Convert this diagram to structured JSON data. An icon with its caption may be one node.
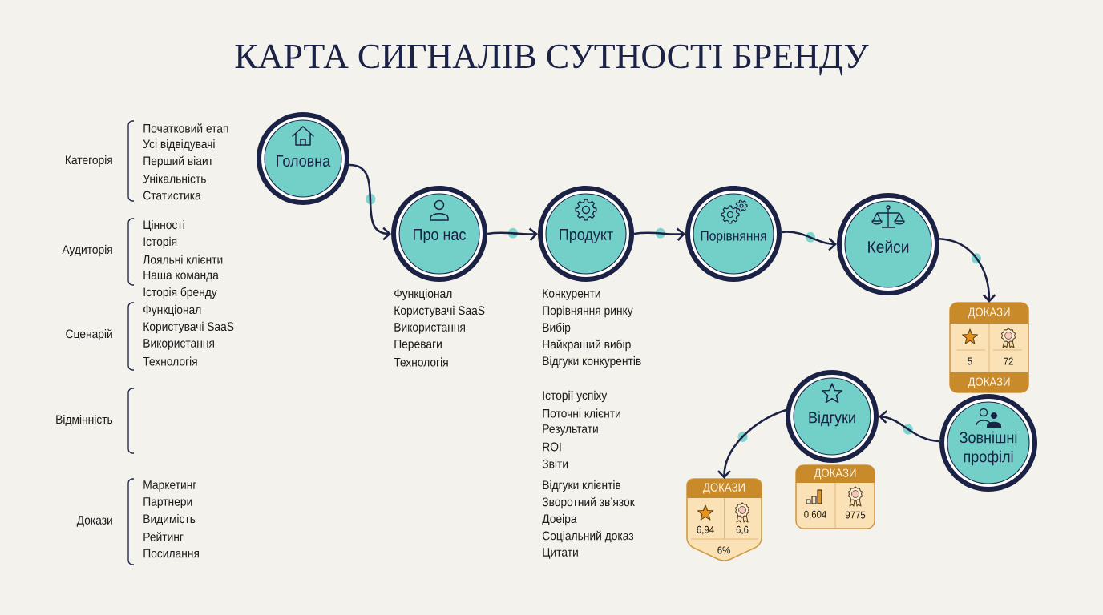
{
  "diagram": {
    "title": "КАРТА СИГНАЛІВ СУТНОСТІ БРЕНДУ",
    "nodes": [
      {
        "text": [
          "Головна"
        ]
      },
      {
        "text": [
          "Про нас"
        ]
      },
      {
        "text": [
          "Продукт"
        ]
      },
      {
        "text": [
          "Порівняння"
        ]
      },
      {
        "text": [
          "Кейси"
        ]
      },
      {
        "text": [
          "ДОКАЗИ",
          "5",
          "72",
          "ДОКАЗИ"
        ]
      },
      {
        "text": [
          "Зовнішні профілі"
        ]
      },
      {
        "text": [
          "Відгуки"
        ]
      },
      {
        "text": [
          "ДОКАЗИ",
          "0,604",
          "9775"
        ]
      },
      {
        "text": [
          "ДОКАЗИ",
          "6,94",
          "6,6",
          "6%"
        ]
      }
    ],
    "edges": [
      {
        "from": 0,
        "to": 1,
        "arrow": "to"
      },
      {
        "from": 1,
        "to": 2,
        "arrow": "to"
      },
      {
        "from": 2,
        "to": 3,
        "arrow": "to"
      },
      {
        "from": 3,
        "to": 4,
        "arrow": "to"
      },
      {
        "from": 4,
        "to": 5,
        "arrow": "to"
      },
      {
        "from": 6,
        "to": 7,
        "arrow": "to"
      },
      {
        "from": 7,
        "to": 9,
        "arrow": "to"
      }
    ],
    "labels": [
      "Категорія",
      "Початковий етап",
      "Усі відвідувачі",
      "Перший віаит",
      "Унікальність",
      "Статистика",
      "Аудиторія",
      "Цінності",
      "Історія",
      "Лояльні клієнти",
      "Наша команда",
      "Історія бренду",
      "Сценарій",
      "Функціонал",
      "Користувачі SaaS",
      "Використання",
      "Технологія",
      "Відмінність",
      "Докази",
      "Маркетинг",
      "Партнери",
      "Видимість",
      "Рейтинг",
      "Посилання",
      "Функціонал",
      "Користувачі SaaS",
      "Використання",
      "Переваги",
      "Технологія",
      "Конкуренти",
      "Порівняння ринку",
      "Вибір",
      "Найкращий вибір",
      "Відгуки конкурентів",
      "Історії успіху",
      "Поточні клієнти",
      "Результати",
      "ROI",
      "Звіти",
      "Відгуки клієнтів",
      "Зворотний зв’язок",
      "Доеіра",
      "Соціальний доказ",
      "Цитати"
    ]
  }
}
